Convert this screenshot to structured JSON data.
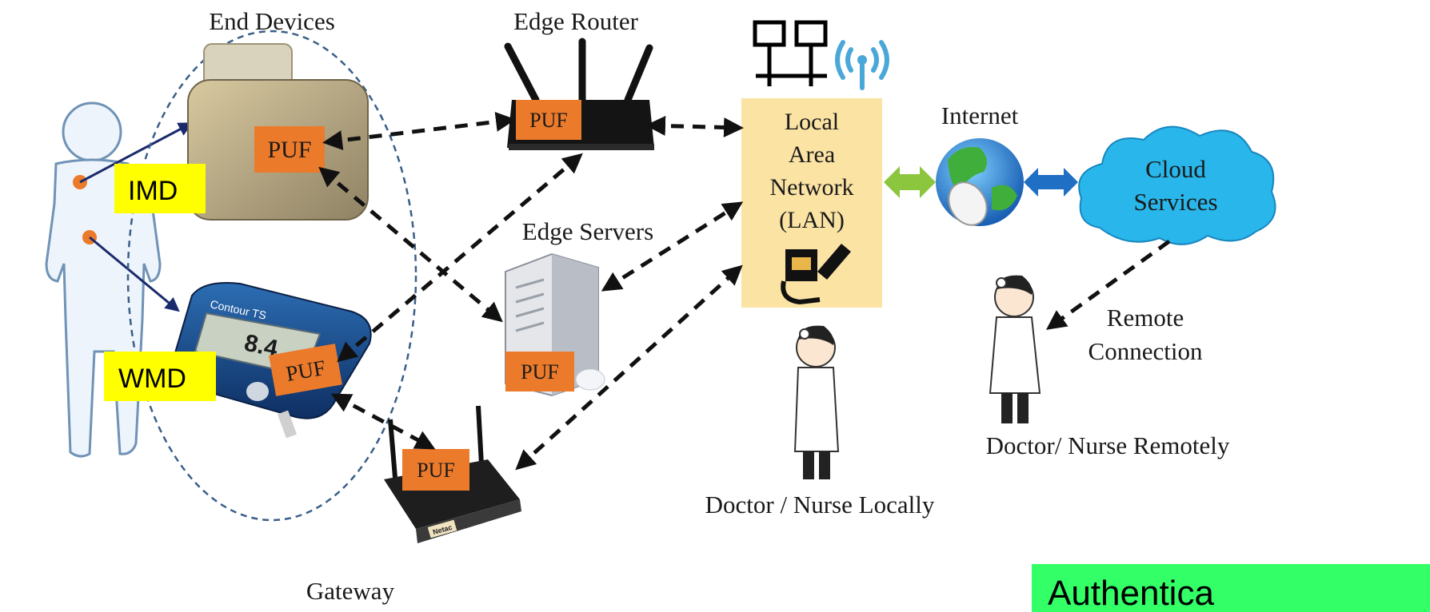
{
  "labels": {
    "end_devices": "End Devices",
    "edge_router": "Edge Router",
    "edge_servers": "Edge Servers",
    "gateway": "Gateway",
    "internet": "Internet",
    "doctor_local": "Doctor / Nurse Locally",
    "doctor_remote": "Doctor/ Nurse Remotely",
    "remote_connection_1": "Remote",
    "remote_connection_2": "Connection"
  },
  "lan": {
    "line1": "Local",
    "line2": "Area",
    "line3": "Network",
    "line4": "(LAN)"
  },
  "cloud": {
    "line1": "Cloud",
    "line2": "Services"
  },
  "tags": {
    "imd": "IMD",
    "wmd": "WMD"
  },
  "puf": {
    "imd": "PUF",
    "wmd": "PUF",
    "router": "PUF",
    "server": "PUF",
    "gateway": "PUF"
  },
  "glucose_meter": {
    "brand": "Contour TS",
    "reading": "8.4"
  },
  "gateway_brand": "Netac",
  "banner": {
    "text": "Authentica"
  },
  "colors": {
    "puf_orange": "#ec7a2b",
    "lan_fill": "#fbe3a4",
    "tag_yellow": "#ffff00",
    "banner_green": "#33ff66",
    "cloud_blue": "#29b6ea",
    "arrow_green": "#8cc63f",
    "arrow_blue": "#1f6fc4",
    "body_outline": "#6f93b6"
  }
}
